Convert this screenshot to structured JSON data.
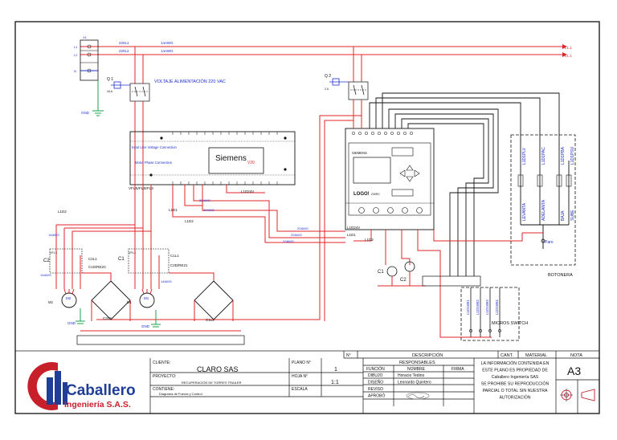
{
  "colors": {
    "power": "#e0262a",
    "control": "#1f2fd0",
    "ground": "#17a34a",
    "black": "#111111",
    "logo_red": "#c8202a",
    "logo_blue": "#1f3f96"
  },
  "supply": {
    "phase_labels": [
      "L1",
      "L2",
      "N"
    ],
    "terminal_label": "X1",
    "line1_label": "220L1",
    "line2_label": "220L2",
    "gauge_label": "14AWG",
    "right_l1": "L1.1",
    "right_l2": "L1.1",
    "ground_label": "GND",
    "voltage_label": "VOLTAJE ALIMENTACIÓN 220 VAC"
  },
  "breakers": {
    "q1": "Q 1",
    "q2": "Q 2",
    "q1_rating": "16 A",
    "q2_rating": "2 A"
  },
  "vfd": {
    "brand": "Siemens",
    "model": "V20",
    "input_label": "Input Line Voltage Connection",
    "motor_label": "Motor Phase Connection",
    "wire_l1d1": "L1D1",
    "wire_l1d2": "L1D2",
    "wire_l1d24v": "L1D24V",
    "gauge20": "20AWG"
  },
  "plc": {
    "brand": "SIEMENS",
    "model": "LOGO!",
    "model_sub": "230RC",
    "wire_l1d24v": "L1D24V",
    "wire_l1d1": "L1D1",
    "wire_l1d2": "L1D2"
  },
  "circuit": {
    "vfl1": "VFL1",
    "vfl2": "VFL2",
    "vfl3": "VFL3",
    "contactor1": "C1",
    "contactor2": "C2",
    "rectifier1": "C1D/RE2C",
    "rectifier2": "C2D/RE21",
    "motor1": "M1",
    "motor2": "M2",
    "ground": "GND",
    "c2l1": "C2L1",
    "c1l1": "C1L1",
    "c2l2": "C2L2",
    "c1l2": "C1L2",
    "gauge14": "14AWG",
    "l1d2": "L1D2"
  },
  "botonera": {
    "title": "BOTONERA",
    "buttons": [
      "LEVANTA",
      "ADELANTA",
      "BAJA",
      "SUBE"
    ],
    "codes": [
      "L1D1PLV",
      "L1D1PAC",
      "L1D1PBA",
      "L1D1PSU"
    ],
    "paro": "Paro"
  },
  "micros": {
    "title": "MICROS SWITCH",
    "codes": [
      "L1D1WI1",
      "L1D1WI2",
      "L1D1WI3",
      "L1D1WI4"
    ]
  },
  "title_block": {
    "n_header": "N°",
    "desc_header": "DESCRIPCIÓN",
    "cant_header": "CANT.",
    "material_header": "MATERIAL",
    "nota_header": "NOTA",
    "cliente_label": "CLIENTE:",
    "cliente": "CLARO SAS",
    "plano_label": "PLANO N°",
    "plano": "1",
    "proyecto_label": "PROYECTO:",
    "proyecto": "RECUPERACIÓN DE TORRES TRAILER",
    "hoja_label": "HOJA N°",
    "hoja": "1:1",
    "contiene_label": "CONTIENE:",
    "contiene": "Diagrama de Fuerza y Control",
    "escala_label": "ESCALA",
    "responsables": "RESPONSABLES",
    "funcion": "FUNCIÓN",
    "nombre": "NOMBRE",
    "firma": "FIRMA",
    "rows": [
      {
        "funcion": "DIBUJO",
        "nombre": "Horacio Tedino"
      },
      {
        "funcion": "DISEÑO",
        "nombre": "Leonardo Quintero"
      },
      {
        "funcion": "REVISO",
        "nombre": ""
      },
      {
        "funcion": "APROBÓ",
        "nombre": ""
      }
    ],
    "disclaimer": [
      "LA INFORMACIÓN CONTENIDA EN",
      "ESTE PLANO ES PROPIEDAD DE",
      "Caballero Ingeniería SAS",
      "SE PROHIBE SU REPRODUCCIÓN",
      "PARCIAL O TOTAL SIN NUESTRA",
      "AUTORIZACIÓN"
    ],
    "size": "A3"
  },
  "logo": {
    "name": "Caballero",
    "sub": "Ingeniería S.A.S."
  }
}
